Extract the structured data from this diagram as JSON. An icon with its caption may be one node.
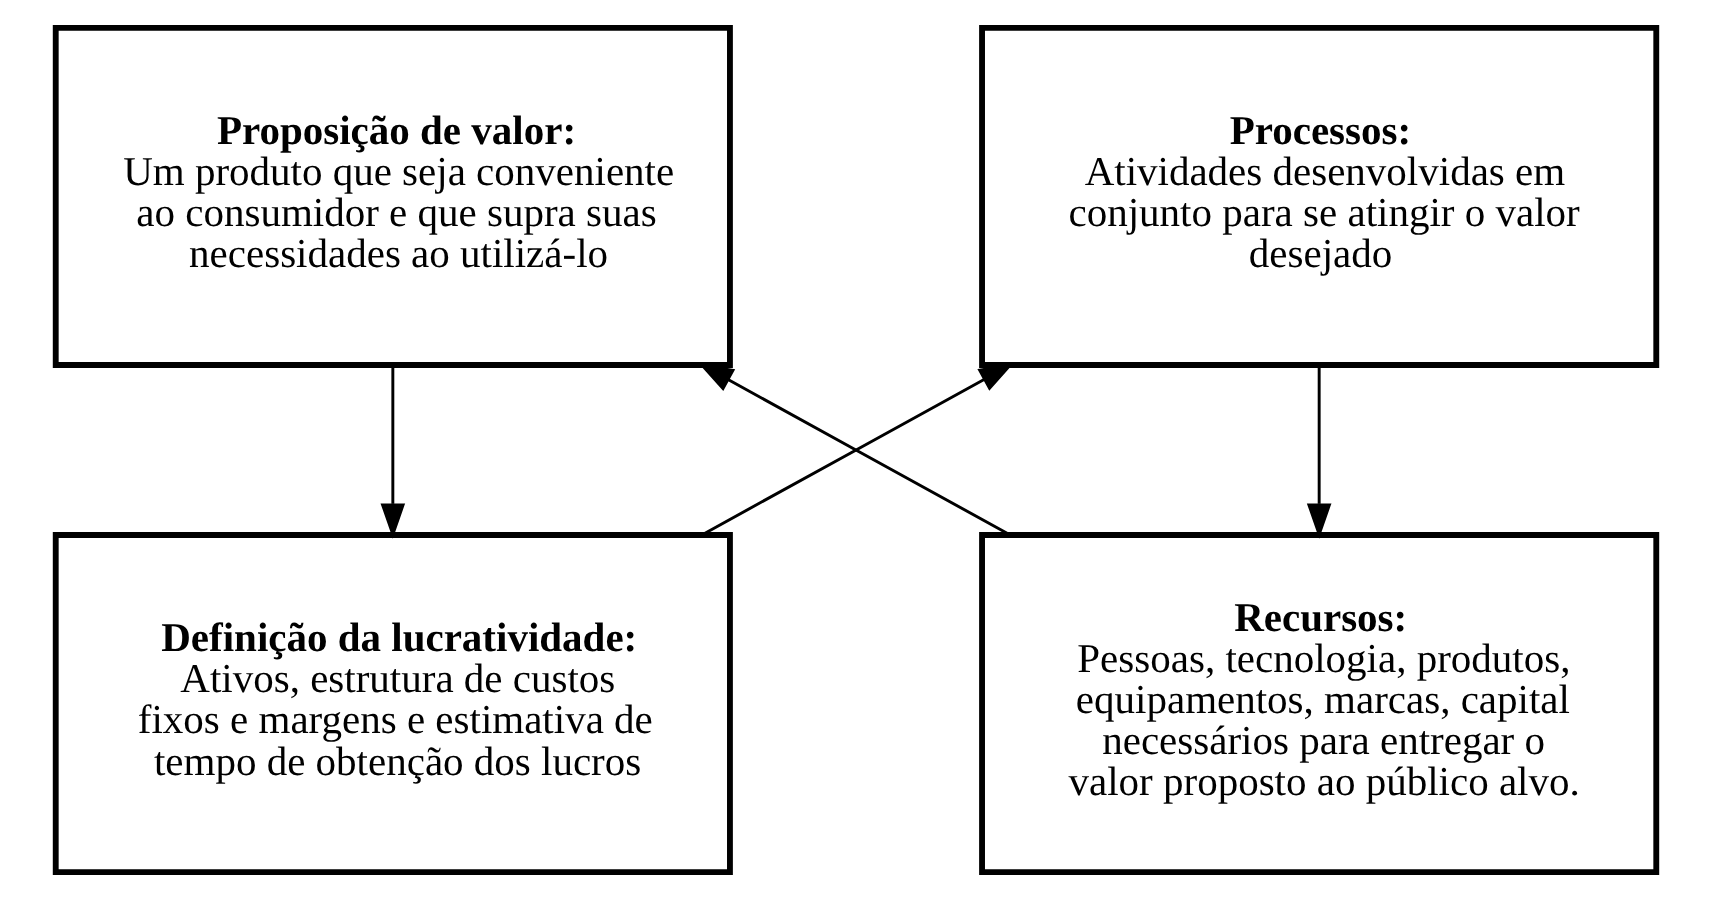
{
  "diagram": {
    "nodes": [
      {
        "text": [
          "Definição da lucratividade:",
          "Ativos, estrutura de custos fixos e margens e estimativa de tempo de obtenção dos lucros"
        ]
      },
      {
        "text": [
          "Processos:",
          "Atividades desenvolvidas em conjunto para se atingir o valor desejado"
        ]
      },
      {
        "text": [
          "Recursos:",
          "Pessoas, tecnologia, produtos, equipamentos, marcas, capital necessários para entregar o valor proposto ao público alvo."
        ]
      },
      {
        "text": [
          "Proposição de valor:",
          "Um produto que seja conveniente ao consumidor e que supra suas necessidades ao utilizá-lo"
        ]
      }
    ],
    "edges": [
      {
        "from": 0,
        "to": 1,
        "arrow": "to"
      },
      {
        "from": 1,
        "to": 2,
        "arrow": "to"
      },
      {
        "from": 2,
        "to": 3,
        "arrow": "to"
      },
      {
        "from": 3,
        "to": 0,
        "arrow": "to"
      }
    ]
  }
}
